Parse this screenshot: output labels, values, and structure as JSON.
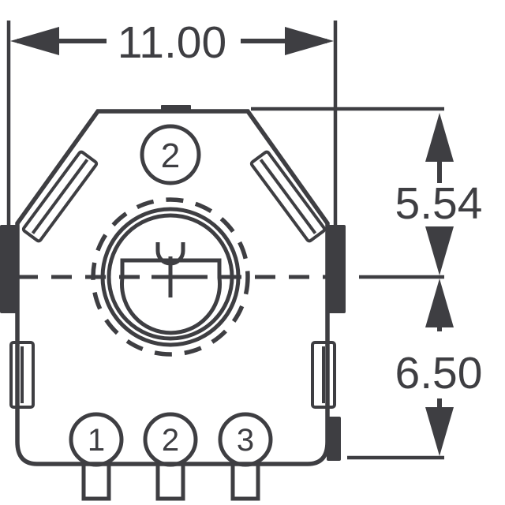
{
  "drawing": {
    "title": "Trimmer Potentiometer Top View Outline",
    "line_color": "#3e3e42",
    "background_color": "#ffffff",
    "units_note": ""
  },
  "dimensions": {
    "width": {
      "value": "11.00",
      "orientation": "horizontal",
      "position": "top",
      "arrow_style": "double-ended-inward"
    },
    "upper_height": {
      "value": "5.54",
      "orientation": "vertical",
      "position": "right-upper",
      "arrow_style": "double-ended-inward"
    },
    "lower_height": {
      "value": "6.50",
      "orientation": "vertical",
      "position": "right-lower",
      "arrow_style": "double-ended-inward"
    }
  },
  "callouts": {
    "body_marker": {
      "label": "2",
      "shape": "circled",
      "location": "upper-center-of-body"
    }
  },
  "pins": [
    {
      "label": "1",
      "shape": "circled"
    },
    {
      "label": "2",
      "shape": "circled"
    },
    {
      "label": "3",
      "shape": "circled"
    }
  ],
  "features": {
    "adjustment_screw": {
      "name": "cross-slot-adjuster",
      "marker": "+"
    },
    "knurl_ring": {
      "name": "dashed-knurl-ring"
    },
    "rotor_ring": {
      "name": "rotor-circle"
    },
    "top_notch": {
      "name": "top-center-notch"
    },
    "side_tabs": {
      "name": "side-mounting-tabs",
      "count": 2
    },
    "corner_slots": {
      "name": "chamfer-diagonal-slots",
      "count": 2
    },
    "lower_slots": {
      "name": "lower-side-slots",
      "count": 2
    },
    "terminals": {
      "name": "bottom-terminal-leads",
      "count": 3
    }
  }
}
